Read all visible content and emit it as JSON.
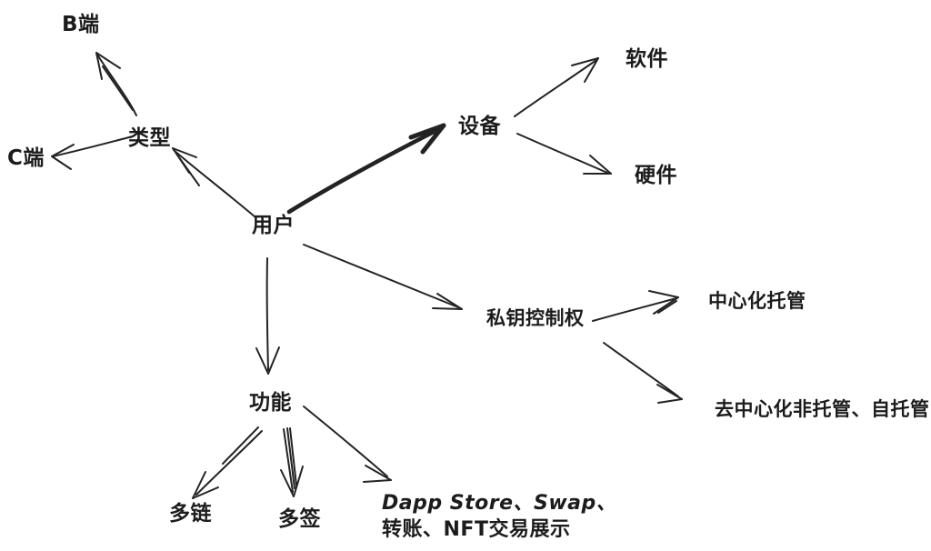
{
  "canvas": {
    "background": "#ffffff",
    "ink": "#222222"
  },
  "mindmap": {
    "root": "用户",
    "nodes": {
      "user": {
        "label": "用户"
      },
      "type": {
        "label": "类型"
      },
      "b_side": {
        "label": "B端"
      },
      "c_side": {
        "label": "C端"
      },
      "device": {
        "label": "设备"
      },
      "software": {
        "label": "软件"
      },
      "hardware": {
        "label": "硬件"
      },
      "private_key": {
        "label": "私钥控制权"
      },
      "centralized": {
        "label": "中心化托管"
      },
      "decentralized": {
        "label": "去中心化非托管、自托管"
      },
      "function": {
        "label": "功能"
      },
      "multichain": {
        "label": "多链"
      },
      "multisig": {
        "label": "多签"
      },
      "dapp_features": {
        "label_line1": "Dapp Store、Swap、",
        "label_line2": "转账、NFT交易展示"
      }
    },
    "edges": [
      {
        "from": "用户",
        "to": "类型",
        "style": "sketch"
      },
      {
        "from": "类型",
        "to": "B端",
        "style": "sketch"
      },
      {
        "from": "类型",
        "to": "C端",
        "style": "sketch"
      },
      {
        "from": "用户",
        "to": "设备",
        "style": "bold"
      },
      {
        "from": "设备",
        "to": "软件",
        "style": "sketch"
      },
      {
        "from": "设备",
        "to": "硬件",
        "style": "sketch"
      },
      {
        "from": "用户",
        "to": "私钥控制权",
        "style": "sketch"
      },
      {
        "from": "私钥控制权",
        "to": "中心化托管",
        "style": "sketch"
      },
      {
        "from": "私钥控制权",
        "to": "去中心化非托管、自托管",
        "style": "sketch"
      },
      {
        "from": "用户",
        "to": "功能",
        "style": "sketch"
      },
      {
        "from": "功能",
        "to": "多链",
        "style": "sketch"
      },
      {
        "from": "功能",
        "to": "多签",
        "style": "sketch"
      },
      {
        "from": "功能",
        "to": "Dapp Store、Swap、转账、NFT交易展示",
        "style": "sketch"
      }
    ]
  }
}
